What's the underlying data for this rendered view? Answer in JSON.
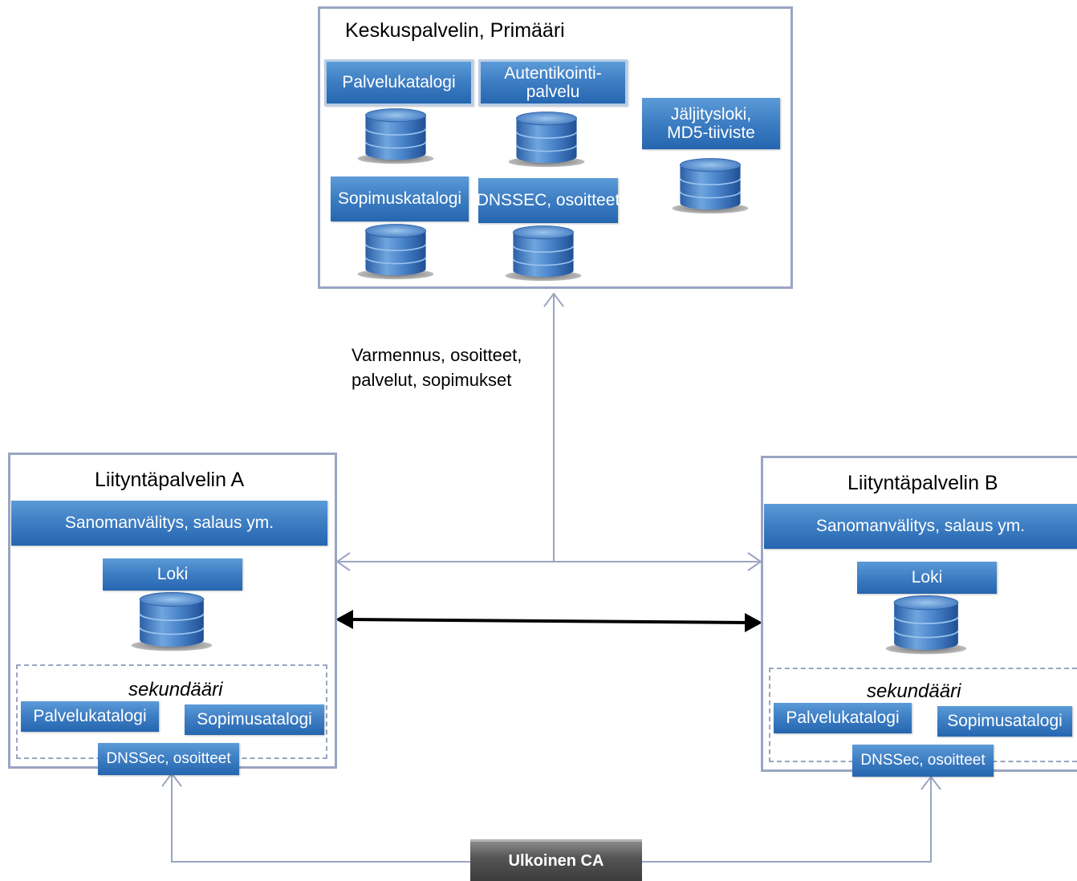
{
  "primary": {
    "title": "Keskuspalvelin, Primääri",
    "palvelukatalogi": "Palvelukatalogi",
    "autentikointi": "Autentikointi-\npalvelu",
    "jaljitysloki": "Jäljitysloki,\nMD5-tiiviste",
    "sopimuskatalogi": "Sopimuskatalogi",
    "dnssec": "DNSSEC, osoitteet"
  },
  "connection_note": "Varmennus, osoitteet,\npalvelut, sopimukset",
  "server_a": {
    "title": "Liityntäpalvelin A",
    "messaging": "Sanomanvälitys, salaus ym.",
    "log": "Loki",
    "secondary": "sekundääri",
    "palvelukatalogi": "Palvelukatalogi",
    "sopimusatalogi": "Sopimusatalogi",
    "dnssec": "DNSSec, osoitteet"
  },
  "server_b": {
    "title": "Liityntäpalvelin B",
    "messaging": "Sanomanvälitys, salaus ym.",
    "log": "Loki",
    "secondary": "sekundääri",
    "palvelukatalogi": "Palvelukatalogi",
    "sopimusatalogi": "Sopimusatalogi",
    "dnssec": "DNSSec, osoitteet"
  },
  "external_ca": "Ulkoinen CA",
  "colors": {
    "frame": "#9aa5c2",
    "label_blue": "#3f7fc4",
    "connector": "#9aa5c2",
    "ca_grey": "#4a4a4a"
  }
}
